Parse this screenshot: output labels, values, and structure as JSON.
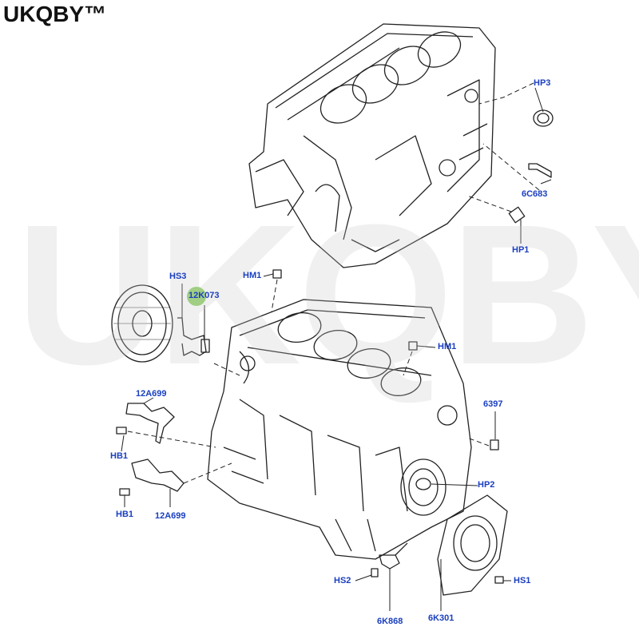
{
  "brand": "UKQBY™",
  "watermark": "UKQBY™",
  "colors": {
    "label": "#1a3fbf",
    "highlight": "#7ec850",
    "line": "#222222"
  },
  "labels": {
    "hp3": "HP3",
    "c6683": "6C683",
    "hp1": "HP1",
    "hs3": "HS3",
    "k12073": "12K073",
    "hm1_top": "HM1",
    "hm1_right": "HM1",
    "a12699_top": "12A699",
    "c6397": "6397",
    "hb1_top": "HB1",
    "hp2": "HP2",
    "hb1_bottom": "HB1",
    "a12699_bottom": "12A699",
    "hs2": "HS2",
    "hs1": "HS1",
    "k6868": "6K868",
    "k6301": "6K301"
  }
}
